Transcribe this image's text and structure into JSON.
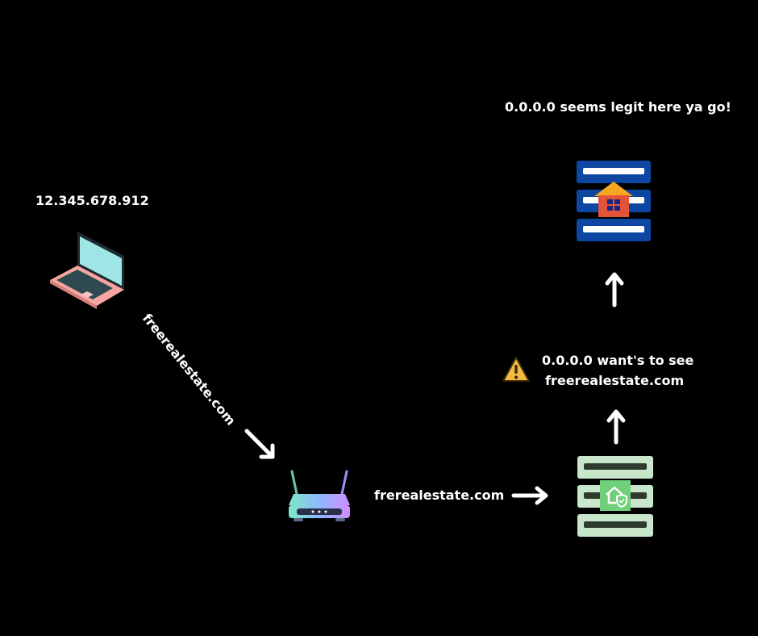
{
  "laptop": {
    "ip": "12.345.678.912",
    "icon": "laptop-icon"
  },
  "request": {
    "domain_label": "freerealestate.com"
  },
  "router": {
    "icon": "wifi-router-icon",
    "forward_label": "frerealestate.com"
  },
  "dns_server": {
    "icon": "secure-server-icon",
    "message_line1": "0.0.0.0 want's to see",
    "message_line2": "freerealestate.com",
    "warning_icon": "warning-icon"
  },
  "web_server": {
    "icon": "house-server-icon",
    "reply": "0.0.0.0 seems legit here ya go!"
  },
  "colors": {
    "background": "#000000",
    "text": "#ffffff",
    "web_server_blue": "#0d47a1",
    "dns_server_green": "#c8e6c9",
    "laptop_pink": "#f6a6a0",
    "laptop_screen": "#9ee6e6",
    "warning_yellow": "#f4b942"
  }
}
